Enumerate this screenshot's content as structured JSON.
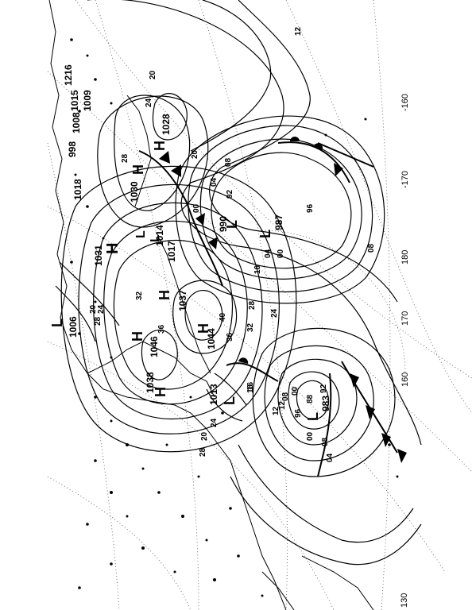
{
  "map": {
    "longitude_labels": [
      {
        "text": "-160"
      },
      {
        "text": "-170"
      },
      {
        "text": "180"
      },
      {
        "text": "170"
      },
      {
        "text": "160"
      },
      {
        "text": "130"
      }
    ],
    "pressure_centers": [
      {
        "type": "H",
        "pressure": "1031"
      },
      {
        "type": "H",
        "pressure": "1030"
      },
      {
        "type": "H",
        "pressure": "1028"
      },
      {
        "type": "H",
        "pressure": "1037"
      },
      {
        "type": "H",
        "pressure": "1046"
      },
      {
        "type": "H",
        "pressure": "1044"
      },
      {
        "type": "H",
        "pressure": "1038"
      },
      {
        "type": "L",
        "pressure": "990"
      },
      {
        "type": "L",
        "pressure": "987"
      },
      {
        "type": "L",
        "pressure": "1013"
      },
      {
        "type": "L",
        "pressure": "983"
      },
      {
        "type": "L",
        "pressure": "1006"
      },
      {
        "type": "L",
        "pressure": "1017"
      },
      {
        "type": "L",
        "pressure": "1014"
      }
    ],
    "top_left_pressures": [
      "998",
      "1008",
      "1015",
      "1009",
      "1018",
      "1216"
    ],
    "isobar_labels": [
      "12",
      "20",
      "24",
      "28",
      "20",
      "00",
      "04",
      "08",
      "92",
      "96",
      "00",
      "04",
      "08",
      "16",
      "24",
      "28",
      "32",
      "36",
      "40",
      "36",
      "32",
      "28",
      "24",
      "20",
      "16",
      "12",
      "08",
      "00",
      "96",
      "92",
      "88",
      "08",
      "04",
      "00",
      "12",
      "16",
      "20",
      "24",
      "28"
    ],
    "colors": {
      "ink": "#000000",
      "grid": "#555555",
      "background": "#ffffff"
    }
  }
}
